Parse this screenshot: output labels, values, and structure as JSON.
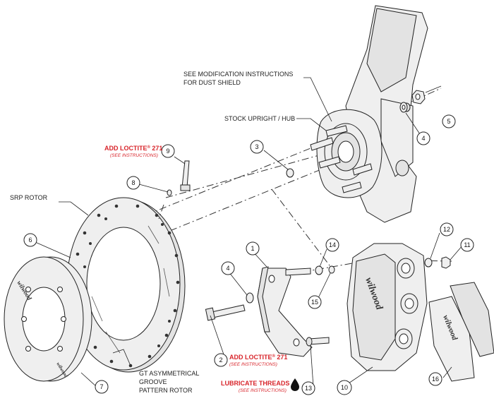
{
  "labels": {
    "dust_shield": [
      "SEE MODIFICATION INSTRUCTIONS",
      "FOR DUST SHIELD"
    ],
    "upright_hub": "STOCK UPRIGHT / HUB",
    "srp_rotor": "SRP ROTOR",
    "gt_rotor": [
      "GT ASYMMETRICAL",
      "GROOVE",
      "PATTERN ROTOR"
    ],
    "loctite_top": {
      "main": "ADD LOCTITE",
      "reg": "®",
      "num": " 271",
      "sub": "(SEE INSTRUCTIONS)"
    },
    "loctite_bottom": {
      "main": "ADD LOCTITE",
      "reg": "®",
      "num": " 271",
      "sub": "(SEE INSTRUCTIONS)"
    },
    "lubricate": {
      "main": "LUBRICATE THREADS",
      "sub": "(SEE INSTRUCTIONS)"
    }
  },
  "callouts": {
    "c1": "1",
    "c2": "2",
    "c3": "3",
    "c4a": "4",
    "c4b": "4",
    "c5": "5",
    "c6": "6",
    "c7": "7",
    "c8": "8",
    "c9": "9",
    "c10": "10",
    "c11": "11",
    "c12": "12",
    "c13": "13",
    "c14": "14",
    "c15": "15",
    "c16": "16"
  },
  "brand": "wilwood",
  "colors": {
    "note_red": "#d8252b",
    "line": "#222222",
    "part_fill": "#efefef"
  }
}
